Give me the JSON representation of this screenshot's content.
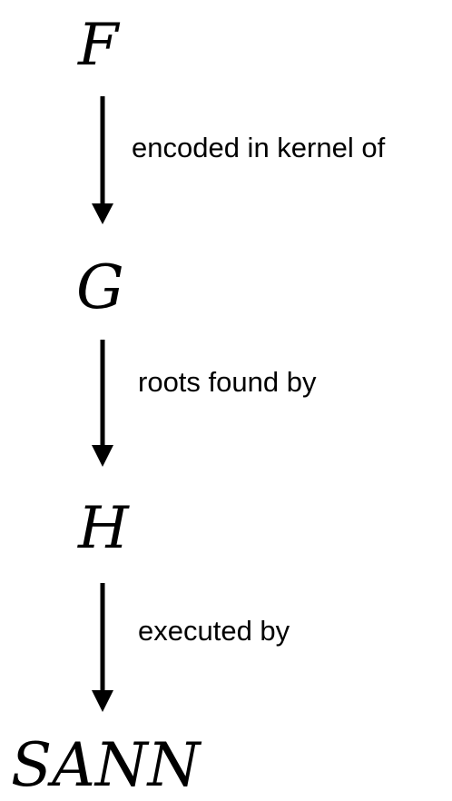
{
  "nodes": {
    "f": "F",
    "g": "G",
    "h": "H",
    "sann": "SANN"
  },
  "edges": {
    "f_to_g": "encoded in kernel of",
    "g_to_h": "roots found by",
    "h_to_sann": "executed by"
  }
}
